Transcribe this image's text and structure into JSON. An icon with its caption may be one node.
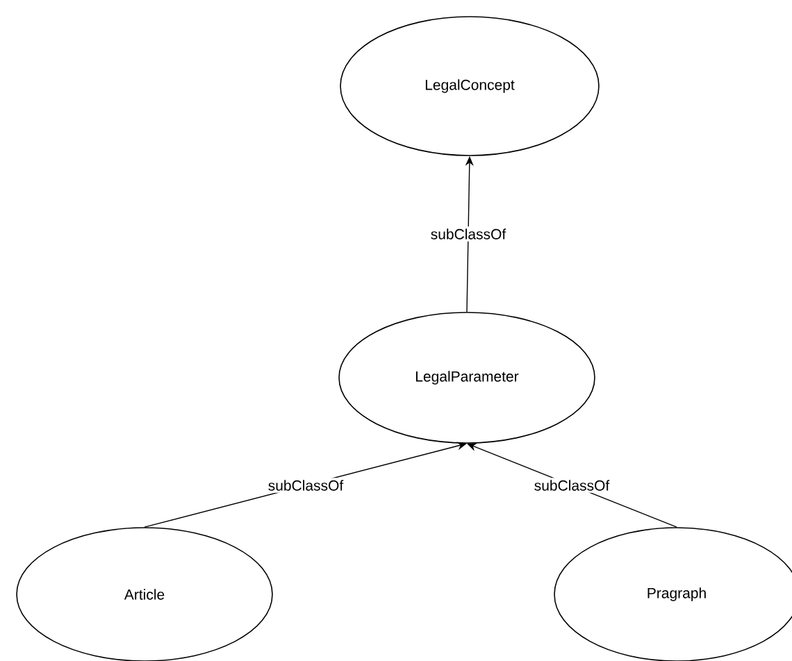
{
  "diagram": {
    "nodes": [
      {
        "text": [
          "LegalConcept"
        ]
      },
      {
        "text": [
          "LegalParameter"
        ]
      },
      {
        "text": [
          "Article"
        ]
      },
      {
        "text": [
          "Pragraph"
        ]
      }
    ],
    "edges": [
      {
        "from": 1,
        "to": 0,
        "arrow": "to",
        "label": "subClassOf"
      },
      {
        "from": 2,
        "to": 1,
        "arrow": "to",
        "label": "subClassOf"
      },
      {
        "from": 3,
        "to": 1,
        "arrow": "to",
        "label": "subClassOf"
      }
    ]
  }
}
